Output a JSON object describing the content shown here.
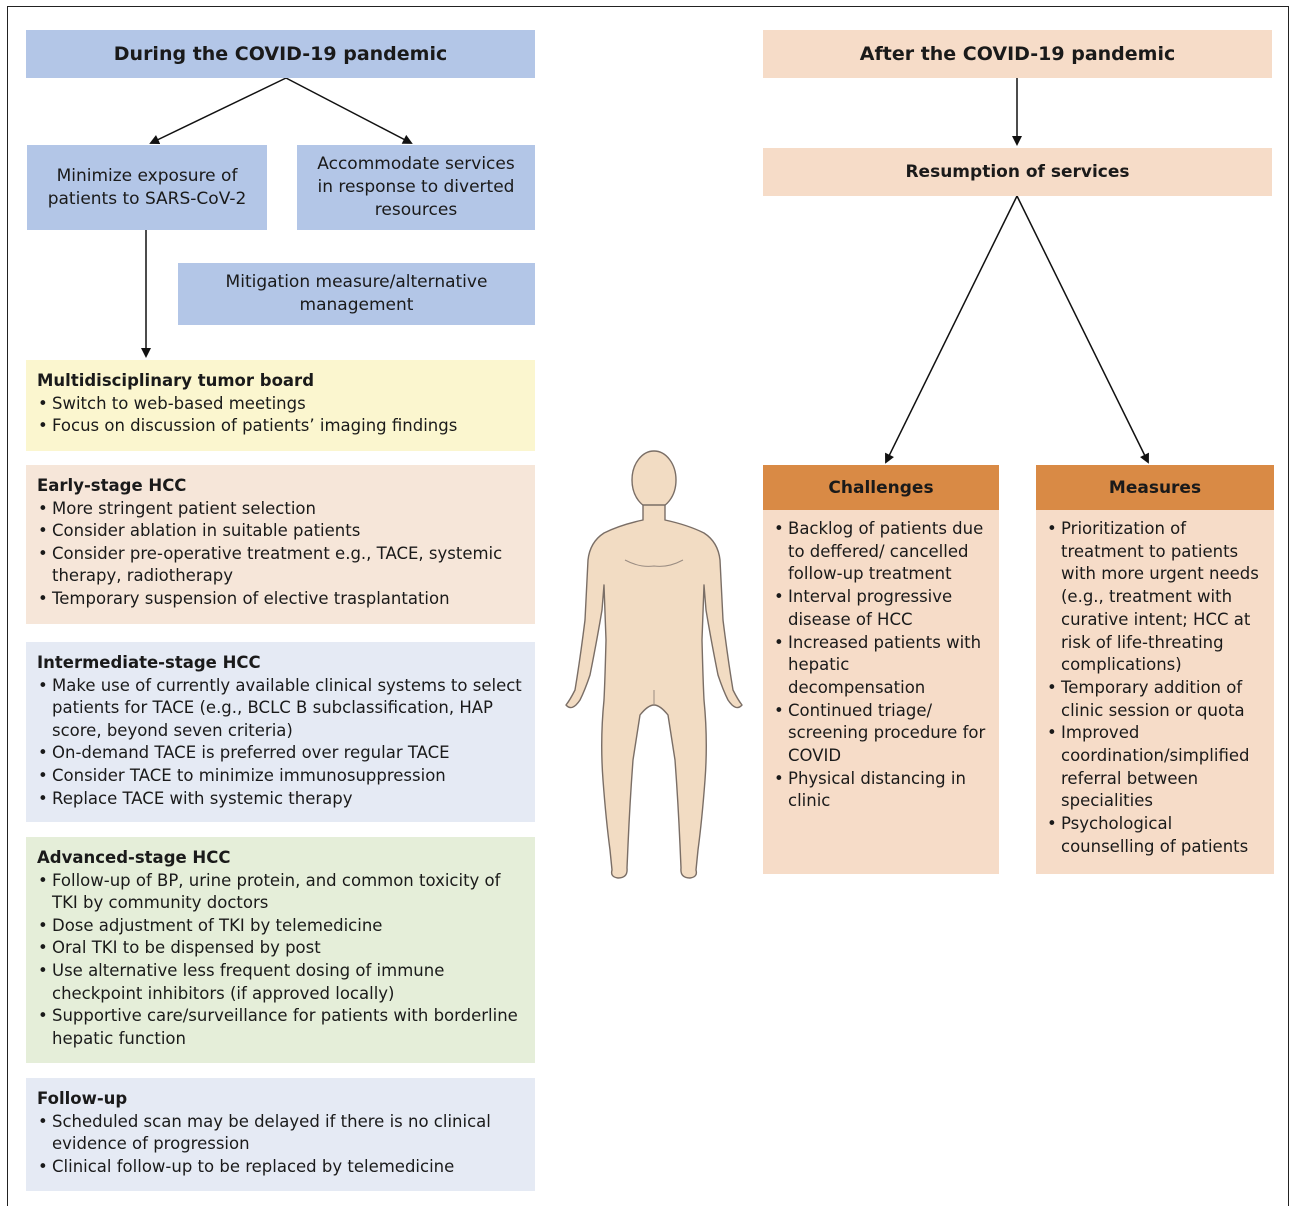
{
  "during": {
    "title": "During the COVID-19 pandemic",
    "minimize": "Minimize exposure of patients to SARS-CoV-2",
    "accommodate": "Accommodate services in response to diverted resources",
    "mitigation": "Mitigation measure/alternative management",
    "sections": [
      {
        "title": "Multidisciplinary tumor board",
        "color": "#fbf6cf",
        "items": [
          "Switch to web-based meetings",
          "Focus on discussion of patients’ imaging findings"
        ]
      },
      {
        "title": "Early-stage HCC",
        "color": "#f6e6d9",
        "items": [
          "More stringent patient selection",
          "Consider ablation in suitable patients",
          "Consider pre-operative treatment e.g., TACE, systemic therapy, radiotherapy",
          "Temporary suspension of elective trasplantation"
        ]
      },
      {
        "title": "Intermediate-stage HCC",
        "color": "#e5eaf4",
        "items": [
          "Make use of currently available clinical systems to select patients for TACE (e.g., BCLC B subclassification, HAP score, beyond seven criteria)",
          "On-demand TACE is preferred over regular TACE",
          "Consider TACE to minimize immunosuppression",
          "Replace TACE with systemic therapy"
        ]
      },
      {
        "title": "Advanced-stage HCC",
        "color": "#e5eed9",
        "items": [
          "Follow-up of BP, urine protein, and common toxicity of TKI by community doctors",
          "Dose adjustment of TKI by telemedicine",
          "Oral TKI to be dispensed by post",
          "Use alternative less frequent dosing of immune checkpoint inhibitors (if approved locally)",
          "Supportive care/surveillance for patients with borderline hepatic function"
        ]
      },
      {
        "title": "Follow-up",
        "color": "#e5eaf4",
        "items": [
          "Scheduled scan may be delayed if there is no clinical evidence of progression",
          "Clinical follow-up to be replaced by telemedicine"
        ]
      }
    ]
  },
  "after": {
    "title": "After the COVID-19 pandemic",
    "resumption": "Resumption of services",
    "challenges": {
      "title": "Challenges",
      "items": [
        "Backlog of patients due to deffered/ cancelled follow-up treatment",
        "Interval progressive disease of HCC",
        "Increased patients with hepatic decompensation",
        "Continued triage/ screening procedure for COVID",
        "Physical distancing in clinic"
      ]
    },
    "measures": {
      "title": "Measures",
      "items": [
        "Prioritization of treatment to patients with more urgent needs (e.g., treatment with curative intent; HCC at risk of life-threating complications)",
        "Temporary addition of clinic session or quota",
        "Improved coordination/simplified referral between specialities",
        "Psychological counselling of patients"
      ]
    }
  },
  "colors": {
    "blue_box": "#b3c6e7",
    "peach_box": "#f6dcc8",
    "orange_header": "#d98a45",
    "body_skin": "#f2dcc3"
  }
}
